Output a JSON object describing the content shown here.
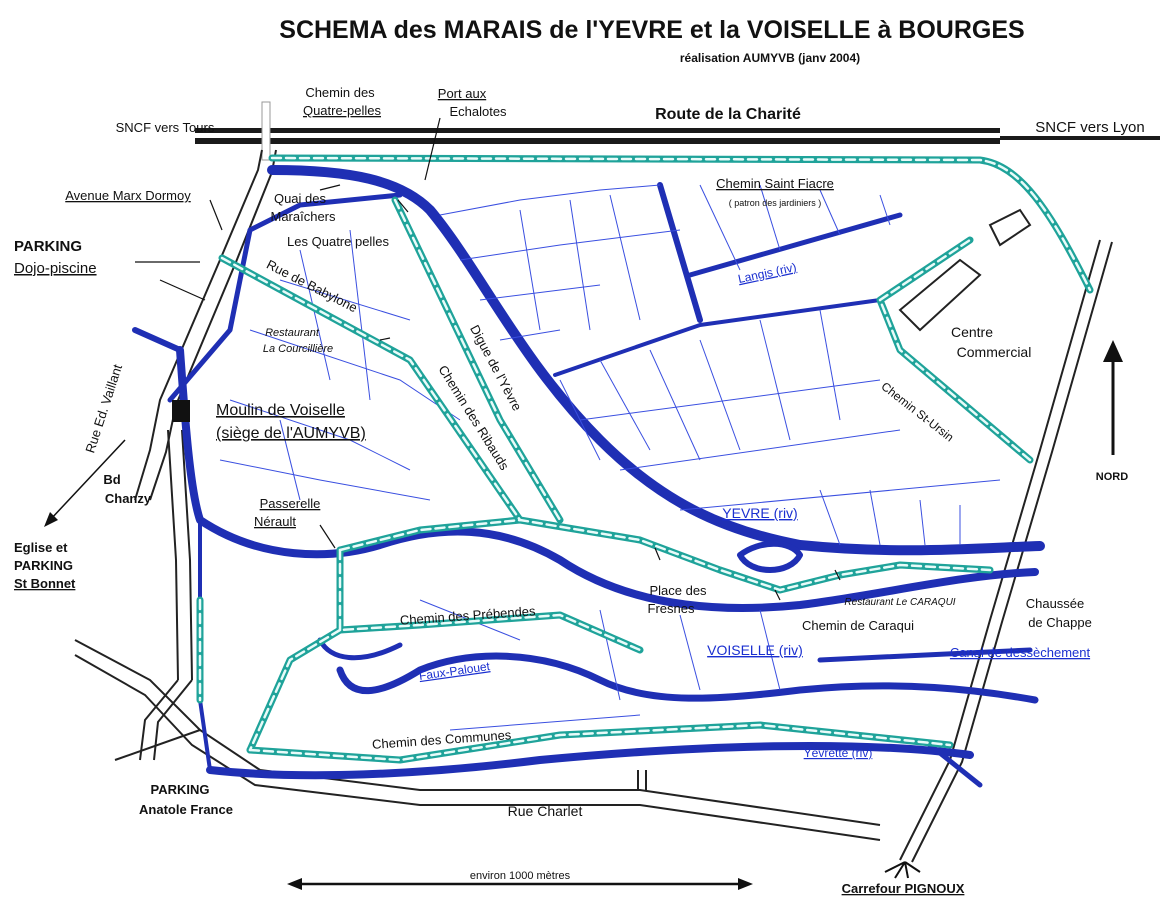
{
  "title": "SCHEMA des MARAIS de l'YEVRE et la VOISELLE à BOURGES",
  "subtitle": "réalisation AUMYVB (janv 2004)",
  "colors": {
    "river": "#1f2fb4",
    "path": "#1fa39a",
    "road": "#222222",
    "rail": "#1a1a1a",
    "label_river": "#1a2fd0"
  },
  "labels": {
    "route_charite": "Route de la Charité",
    "sncf_tours": "SNCF vers Tours",
    "sncf_lyon": "SNCF vers Lyon",
    "chemin_quatre_pelles_1": "Chemin des",
    "chemin_quatre_pelles_2": "Quatre-pelles",
    "port_echalotes_1": "Port aux",
    "port_echalotes_2": "Echalotes",
    "avenue_marx_dormoy": "Avenue Marx Dormoy",
    "quai_maraichers_1": "Quai des",
    "quai_maraichers_2": "Maraîchers",
    "quatre_pelles": "Les Quatre pelles",
    "parking_dojo_1": "PARKING",
    "parking_dojo_2": "Dojo-piscine",
    "rue_babylone": "Rue de Babylone",
    "restaurant_courcilliere_1": "Restaurant",
    "restaurant_courcilliere_2": "La Courcillière",
    "chemin_saint_fiacre": "Chemin Saint Fiacre",
    "patron_jardiniers": "( patron des jardiniers )",
    "langis": "Langis (riv)",
    "centre_commercial_1": "Centre",
    "centre_commercial_2": "Commercial",
    "digue_yevre": "Digue de l'Yèvre",
    "chemin_ribauds": "Chemin des Ribauds",
    "chemin_st_ursin": "Chemin St-Ursin",
    "rue_ed_vaillant": "Rue Ed. Vaillant",
    "moulin_1": "Moulin de Voiselle",
    "moulin_2": "(siège de l'AUMYVB)",
    "bd_chanzy_1": "Bd",
    "bd_chanzy_2": "Chanzy",
    "nord": "NORD",
    "passerelle_1": "Passerelle",
    "passerelle_2": "Nérault",
    "eglise_1": "Eglise et",
    "eglise_2": "PARKING",
    "eglise_3": "St Bonnet",
    "yevre": "YEVRE (riv)",
    "place_fresnes_1": "Place des",
    "place_fresnes_2": "Fresnes",
    "restaurant_caraqui": "Restaurant Le CARAQUI",
    "chaussee_1": "Chaussée",
    "chaussee_2": "de Chappe",
    "chemin_prebendes": "Chemin des Prébendes",
    "chemin_caraqui": "Chemin de Caraqui",
    "voiselle": "VOISELLE (riv)",
    "canal": "Canal de dessèchement",
    "faux_palouet": "Faux-Palouet",
    "chemin_communes": "Chemin des Communes",
    "yevrette": "Yèvrette (riv)",
    "parking_anatole_1": "PARKING",
    "parking_anatole_2": "Anatole France",
    "rue_charlet": "Rue Charlet",
    "scale": "environ 1000 mètres",
    "carrefour": "Carrefour PIGNOUX"
  }
}
